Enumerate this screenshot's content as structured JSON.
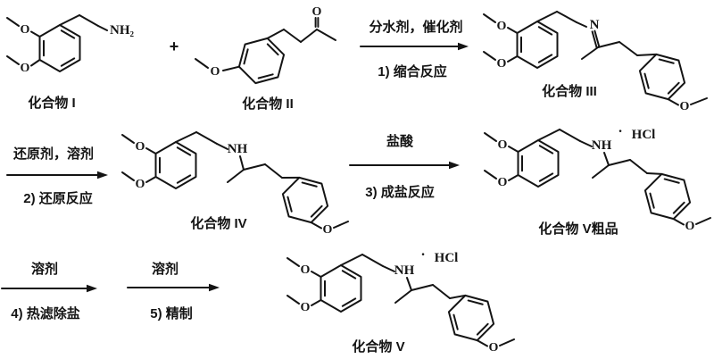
{
  "scheme": {
    "plus": "+",
    "compounds": [
      {
        "label": "化合物 I",
        "atoms": {
          "o_top": "O",
          "o_bottom": "O",
          "amine": "NH₂"
        }
      },
      {
        "label": "化合物 II",
        "atoms": {
          "o_ring": "O",
          "o_carbonyl": "O"
        }
      },
      {
        "label": "化合物 III",
        "atoms": {
          "o_top": "O",
          "o_bottom": "O",
          "imine_n": "N",
          "o_para": "O"
        }
      },
      {
        "label": "化合物 IV",
        "atoms": {
          "o_top": "O",
          "o_bottom": "O",
          "amine": "NH",
          "o_para": "O"
        }
      },
      {
        "label": "化合物 V粗品",
        "atoms": {
          "o_top": "O",
          "o_bottom": "O",
          "amine": "NH",
          "salt_dot": "·",
          "salt": "HCl",
          "o_para": "O"
        }
      },
      {
        "label": "化合物 V",
        "atoms": {
          "o_top": "O",
          "o_bottom": "O",
          "amine": "NH",
          "salt_dot": "·",
          "salt": "HCl",
          "o_para": "O"
        }
      }
    ],
    "steps": [
      {
        "reagents": "分水剂，催化剂",
        "operation": "1) 缩合反应"
      },
      {
        "reagents": "还原剂，溶剂",
        "operation": "2) 还原反应"
      },
      {
        "reagents": "盐酸",
        "operation": "3) 成盐反应"
      },
      {
        "reagents": "溶剂",
        "operation": "4) 热滤除盐"
      },
      {
        "reagents": "溶剂",
        "operation": "5) 精制"
      }
    ]
  }
}
